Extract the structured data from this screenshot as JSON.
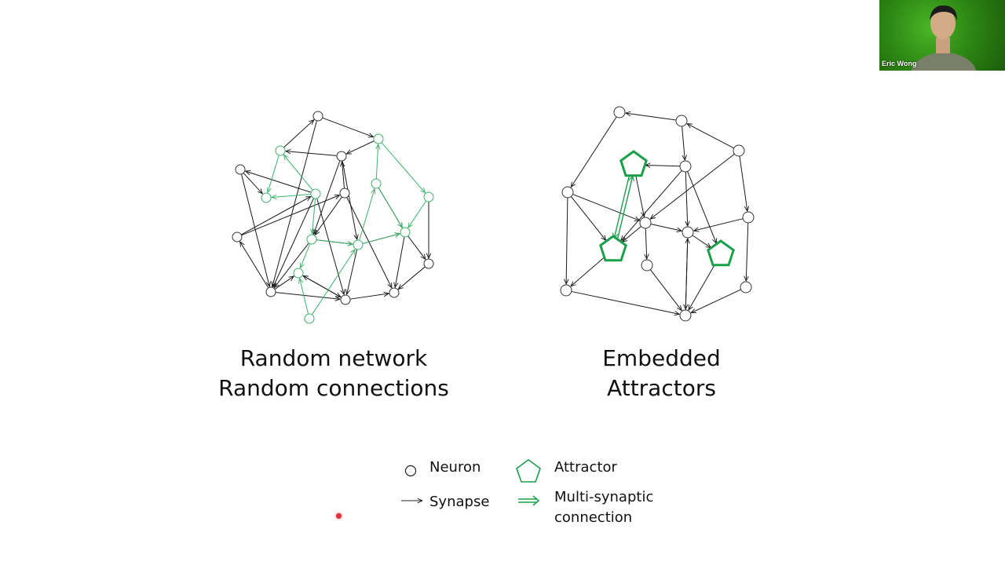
{
  "slide": {
    "left_diagram": {
      "caption_line1": "Random network",
      "caption_line2": "Random connections"
    },
    "right_diagram": {
      "caption_line1": "Embedded",
      "caption_line2": "Attractors"
    },
    "legend": {
      "neuron_label": "Neuron",
      "synapse_label": "Synapse",
      "attractor_label": "Attractor",
      "multi_synaptic_line1": "Multi-synaptic",
      "multi_synaptic_line2": "connection"
    }
  },
  "webcam": {
    "participant_name": "Eric Wong"
  },
  "colors": {
    "green": "#1a9f4a",
    "light_green": "#3bb36a",
    "edge": "#1a1a1a",
    "node_stroke": "#333333",
    "laser": "#e0303a"
  }
}
